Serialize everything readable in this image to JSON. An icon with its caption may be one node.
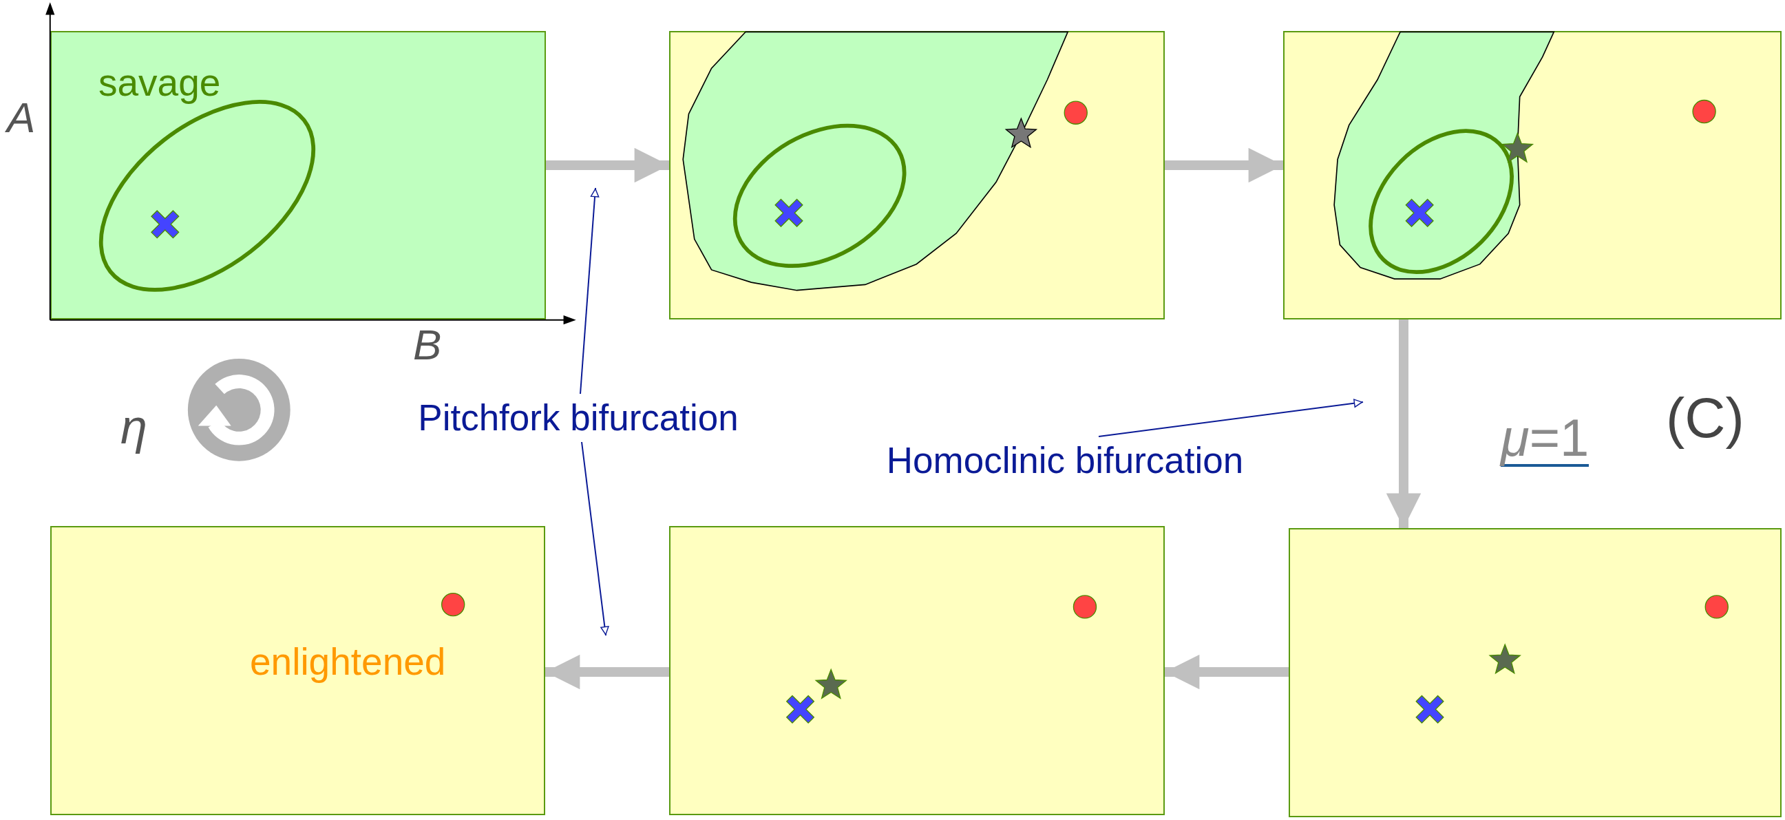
{
  "diagram": {
    "nodes": [
      {
        "text": [
          "savage"
        ]
      },
      {
        "text": [],
        "shape": "box"
      },
      {
        "text": [],
        "shape": "box"
      },
      {
        "text": [
          "Pitchfork bifurcation"
        ]
      },
      {
        "text": [
          "Homoclinic bifurcation"
        ]
      },
      {
        "text": [
          "enlightened"
        ]
      },
      {
        "text": [],
        "shape": "box"
      },
      {
        "text": [],
        "shape": "box"
      }
    ],
    "edges": [
      {
        "from": 0,
        "to": 1,
        "arrow": "to"
      },
      {
        "from": 1,
        "to": 2,
        "arrow": "to"
      },
      {
        "from": 2,
        "to": 7,
        "arrow": "to"
      },
      {
        "from": 7,
        "to": 6,
        "arrow": "to"
      },
      {
        "from": 6,
        "to": 5,
        "arrow": "to"
      },
      {
        "from": 3,
        "to": null,
        "arrow": "to",
        "color": "#0a1a96"
      },
      {
        "from": 3,
        "to": null,
        "arrow": "to",
        "color": "#0a1a96"
      },
      {
        "from": 4,
        "to": null,
        "arrow": "to",
        "color": "#0a1a96"
      }
    ],
    "labels": [
      "A",
      "B",
      "η",
      "*μ*=1",
      "(C)"
    ]
  }
}
